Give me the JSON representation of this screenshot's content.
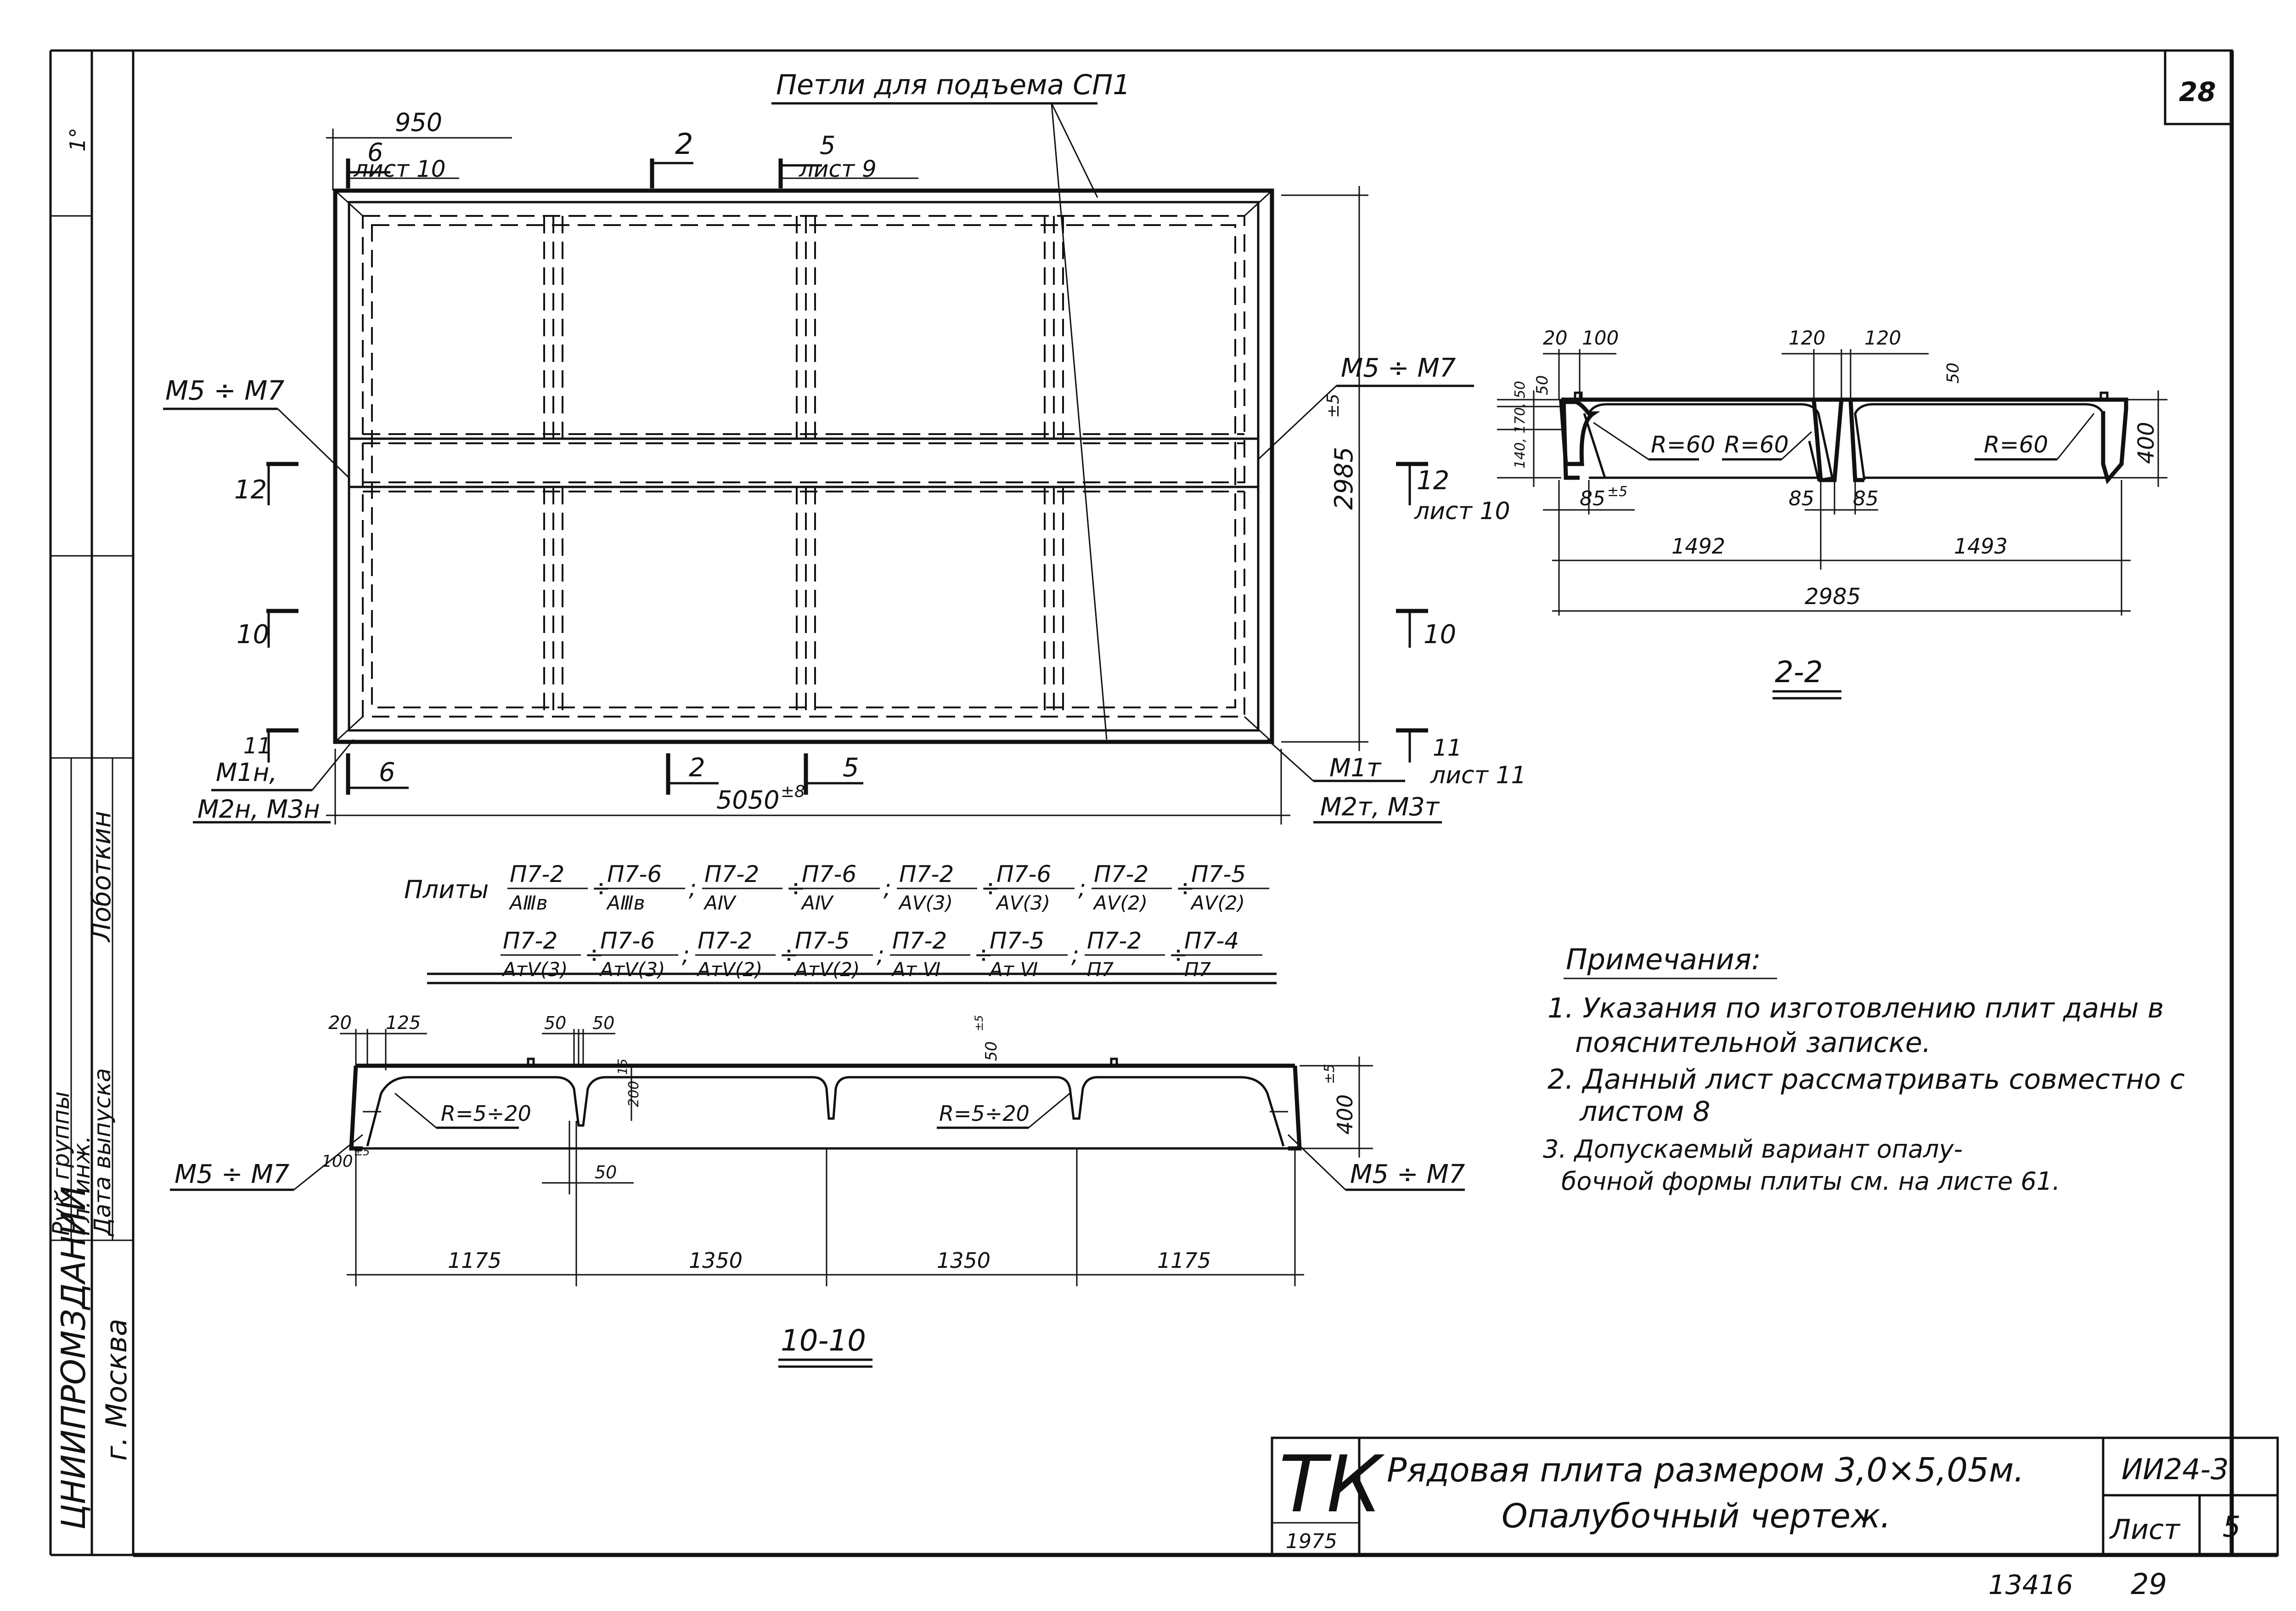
{
  "sheet_number_top": "28",
  "side_stamp": {
    "org": "ЦНИИПРОМЗДАНИЙ",
    "city": "г. Москва",
    "lines": [
      "Рук. группы",
      "Гл. инж.",
      "Дата выпуска",
      "Лоботкин"
    ],
    "top_mark": "1°"
  },
  "plan": {
    "loops_label": "Петли для подъема СП1",
    "dim_left": "950",
    "dim_length": "5050",
    "dim_length_tol": "±8",
    "dim_width": "2985",
    "dim_width_tol": "±5",
    "sec6_top": "6",
    "sec6_top_sheet": "лист 10",
    "sec2_top": "2",
    "sec5_top": "5",
    "sec5_top_sheet": "лист 9",
    "sec6_bottom": "6",
    "sec2_bottom": "2",
    "sec5_bottom": "5",
    "sec12_left": "12",
    "sec10_left": "10",
    "sec11_left": "11",
    "sec12_right": "12",
    "sec12_right_sheet": "лист 10",
    "sec10_right": "10",
    "sec11_right": "11",
    "sec11_right_sheet": "лист 11",
    "mark_left": "М5 ÷ М7",
    "mark_right": "М5 ÷ М7",
    "mark_bl1": "М1н,",
    "mark_bl2": "М2н, М3н",
    "mark_br1": "М1т",
    "mark_br2": "М2т, М3т"
  },
  "plates": {
    "label": "Плиты",
    "row1": [
      {
        "num": "П7-2",
        "den": "АⅢв"
      },
      {
        "num": "П7-6",
        "den": "АⅢв"
      },
      {
        "num": "П7-2",
        "den": "АⅣ"
      },
      {
        "num": "П7-6",
        "den": "АⅣ"
      },
      {
        "num": "П7-2",
        "den": "АⅤ(3)"
      },
      {
        "num": "П7-6",
        "den": "АⅤ(3)"
      },
      {
        "num": "П7-2",
        "den": "АⅤ(2)"
      },
      {
        "num": "П7-5",
        "den": "АⅤ(2)"
      }
    ],
    "row2": [
      {
        "num": "П7-2",
        "den": "АтⅤ(3)"
      },
      {
        "num": "П7-6",
        "den": "АтⅤ(3)"
      },
      {
        "num": "П7-2",
        "den": "АтⅤ(2)"
      },
      {
        "num": "П7-5",
        "den": "АтⅤ(2)"
      },
      {
        "num": "П7-2",
        "den": "Ат Ⅵ"
      },
      {
        "num": "П7-5",
        "den": "Ат Ⅵ"
      },
      {
        "num": "П7-2",
        "den": "П7"
      },
      {
        "num": "П7-4",
        "den": "П7"
      }
    ]
  },
  "section22": {
    "title": "2-2",
    "d20": "20",
    "d100": "100",
    "d120a": "120",
    "d120b": "120",
    "d50": "50",
    "d50b": "50",
    "d400": "400",
    "stack": "140, 170, 50",
    "r1": "R=60",
    "r2": "R=60",
    "r3": "R=60",
    "d85a": "85",
    "d85a_tol": "±5",
    "d85b": "85",
    "d85c": "85",
    "d1492": "1492",
    "d1493": "1493",
    "d2985": "2985"
  },
  "section1010": {
    "title": "10-10",
    "d20": "20",
    "d125": "125",
    "d50a": "50",
    "d50b": "50",
    "d15": "15",
    "d50c": "50",
    "d50c_tol": "±5",
    "d200": "200",
    "d400": "400",
    "d400_tol": "±5",
    "r1": "R=5÷20",
    "r2": "R=5÷20",
    "d100": "100",
    "d100_tol": "±5",
    "d50bot": "50",
    "mark_left": "М5 ÷ М7",
    "mark_right": "М5 ÷ М7",
    "spans": [
      "1175",
      "1350",
      "1350",
      "1175"
    ]
  },
  "notes": {
    "title": "Примечания:",
    "items": [
      "1. Указания по изготовлению плит даны в",
      "пояснительной записке.",
      "2. Данный лист рассматривать совместно с",
      "листом 8",
      "3. Допускаемый вариант опалу-",
      "бочной формы плиты см. на листе 61."
    ]
  },
  "title_block": {
    "tk": "ТК",
    "year": "1975",
    "title_line1": "Рядовая плита размером 3,0×5,05м.",
    "title_line2": "Опалубочный чертеж.",
    "code": "ИИ24-3",
    "sheet_label": "Лист",
    "sheet_number": "5"
  },
  "footer": {
    "inventory": "13416",
    "page": "29"
  }
}
